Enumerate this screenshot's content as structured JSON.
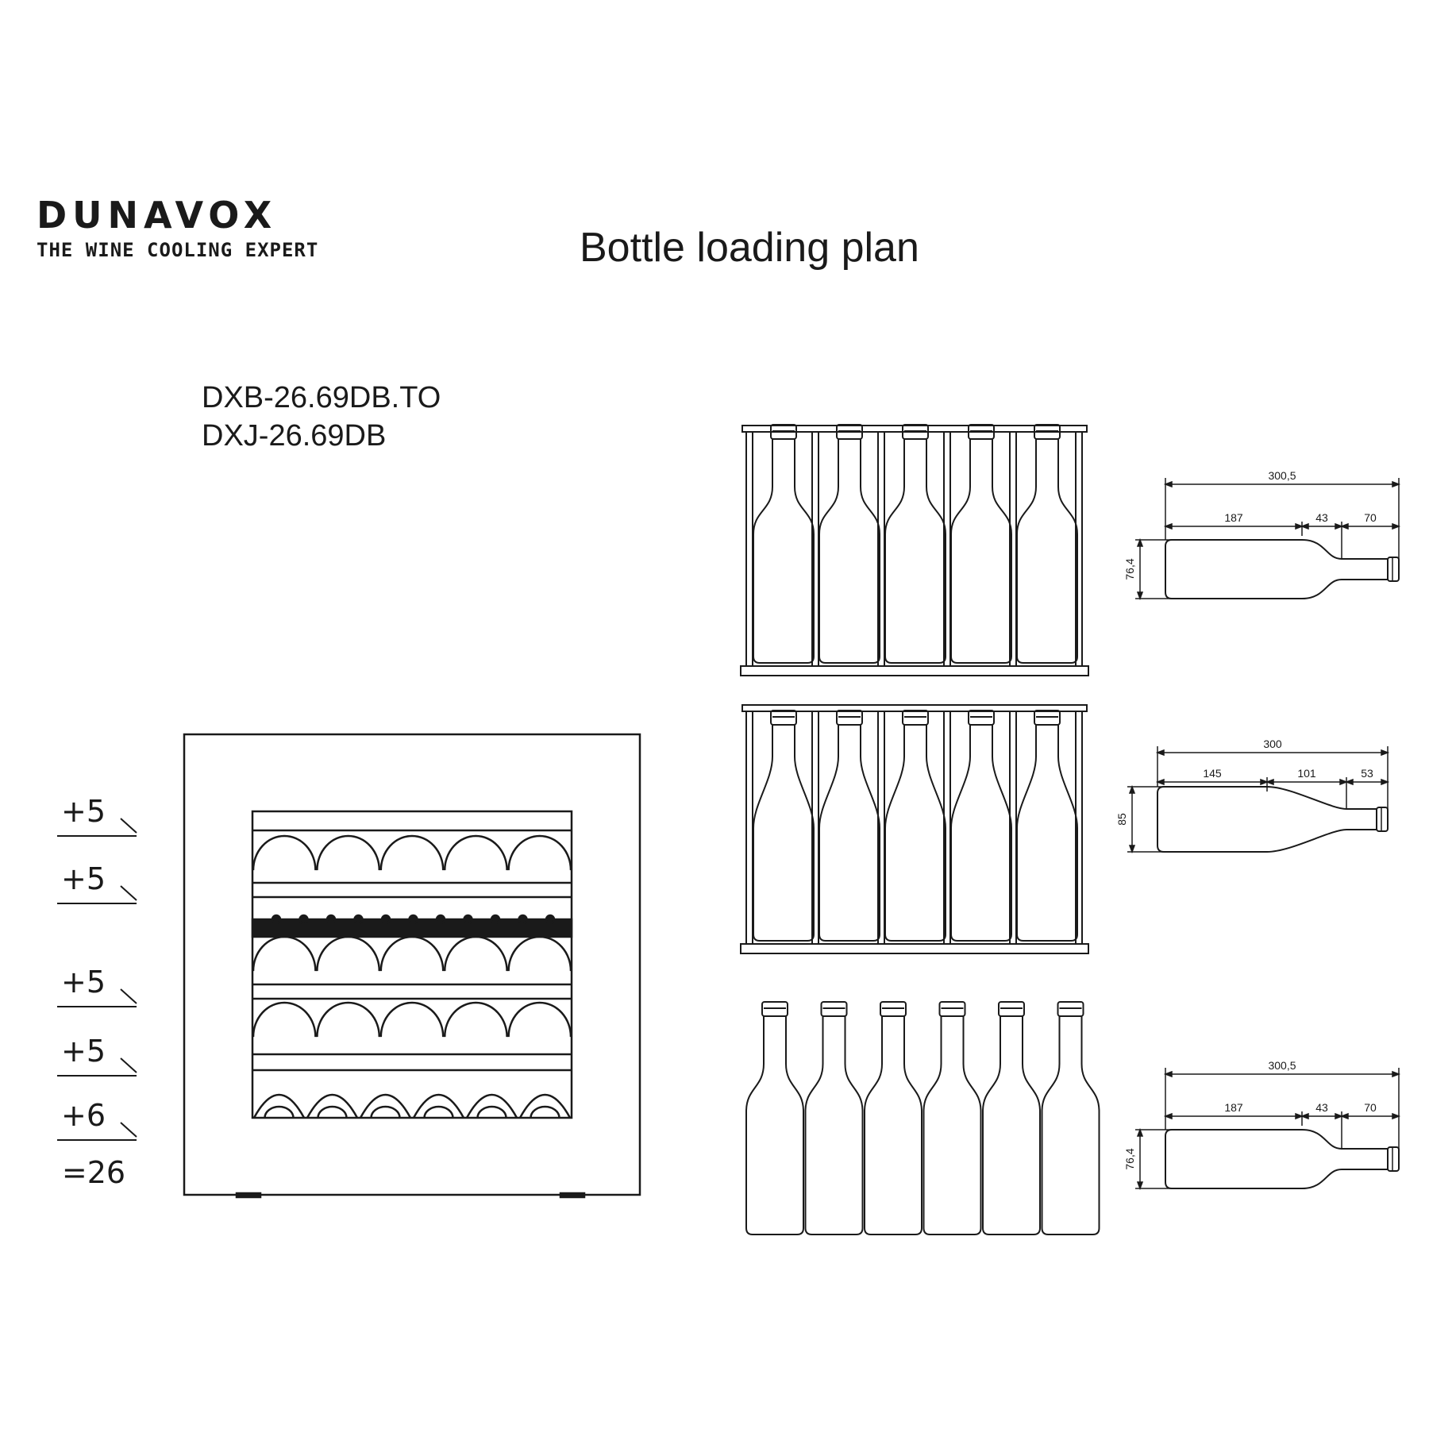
{
  "brand": {
    "name": "DUNAVOX",
    "tagline": "THE WINE COOLING EXPERT"
  },
  "title": "Bottle loading plan",
  "models": [
    "DXB-26.69DB.TO",
    "DXJ-26.69DB"
  ],
  "shelf_counts": [
    "+5",
    "+5",
    "+5",
    "+5",
    "+6"
  ],
  "total_count": "=26",
  "bottle_profiles": [
    {
      "length": "300,5",
      "body": "187",
      "shoulder": "43",
      "neck": "70",
      "diameter": "76,4"
    },
    {
      "length": "300",
      "body": "145",
      "shoulder": "101",
      "neck": "53",
      "diameter": "85"
    },
    {
      "length": "300,5",
      "body": "187",
      "shoulder": "43",
      "neck": "70",
      "diameter": "76,4"
    }
  ],
  "arrangement_rows": [
    {
      "bottles": 5,
      "rack": true
    },
    {
      "bottles": 5,
      "rack": true
    },
    {
      "bottles": 6,
      "rack": false
    }
  ],
  "colors": {
    "line": "#1a1a1a",
    "background": "#ffffff"
  }
}
